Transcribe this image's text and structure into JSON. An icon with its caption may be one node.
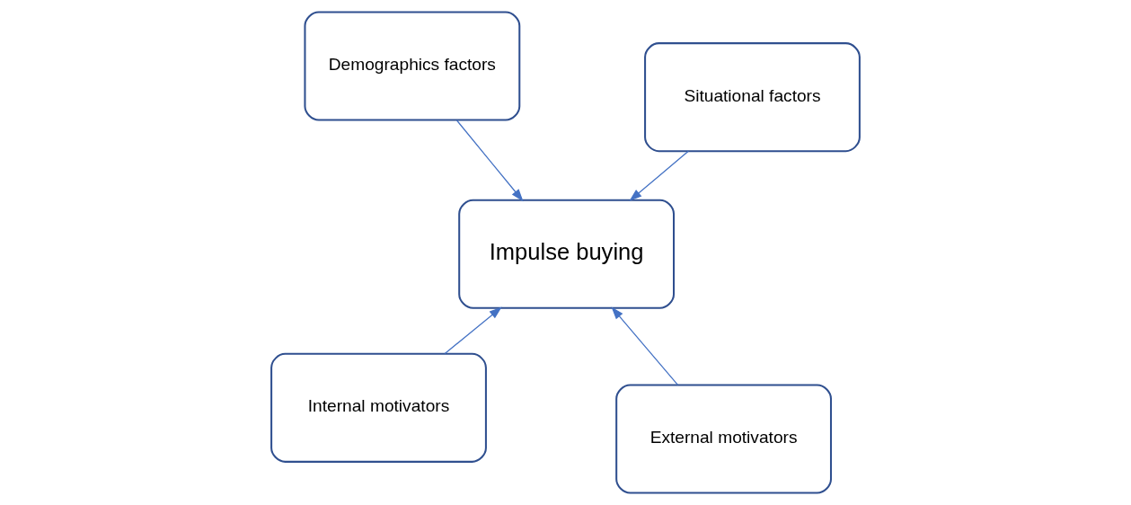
{
  "diagram": {
    "nodes": [
      {
        "text": [
          "Internal motivators"
        ]
      },
      {
        "text": [
          "External motivators"
        ]
      },
      {
        "text": [
          "Impulse buying"
        ]
      },
      {
        "text": [
          "Demographics factors"
        ]
      },
      {
        "text": [
          "Situational factors"
        ]
      }
    ],
    "edges": [
      {
        "from": 0,
        "to": 2,
        "arrow": "to"
      },
      {
        "from": 1,
        "to": 2,
        "arrow": "to"
      },
      {
        "from": 3,
        "to": 2,
        "arrow": "to"
      },
      {
        "from": 4,
        "to": 2,
        "arrow": "to"
      }
    ]
  }
}
